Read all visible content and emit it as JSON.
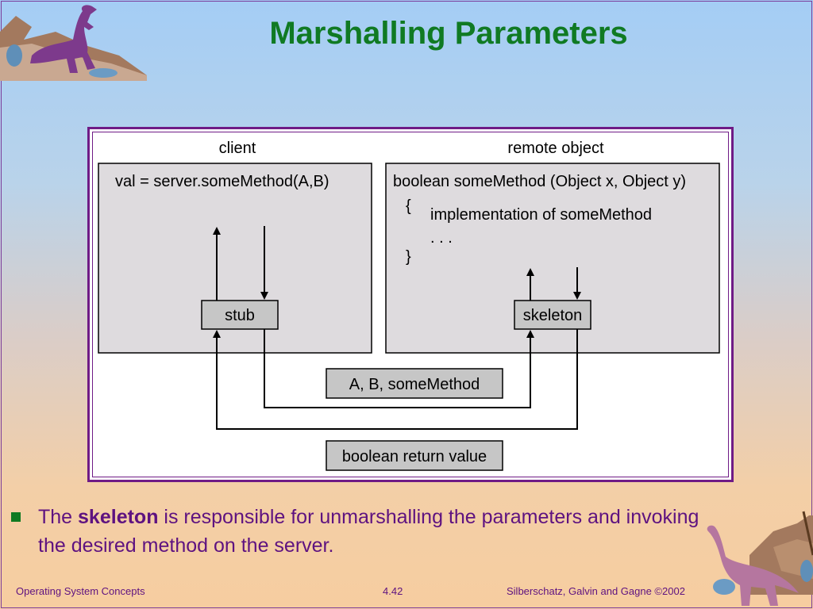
{
  "title": "Marshalling Parameters",
  "diagram": {
    "client_label": "client",
    "remote_label": "remote object",
    "client_call": "val = server.someMethod(A,B)",
    "method_signature": "boolean someMethod (Object x, Object y)",
    "open_brace": "{",
    "implementation": "implementation of someMethod",
    "ellipsis": ". . .",
    "close_brace": "}",
    "stub_label": "stub",
    "skeleton_label": "skeleton",
    "params_label": "A, B, someMethod",
    "return_label": "boolean return value"
  },
  "bullet": {
    "prefix": "The ",
    "emphasis": "skeleton",
    "rest": " is responsible for unmarshalling the parameters and invoking the desired method on the server."
  },
  "footer": {
    "left": "Operating System Concepts",
    "center": "4.42",
    "right": "Silberschatz, Galvin and  Gagne ©2002"
  }
}
